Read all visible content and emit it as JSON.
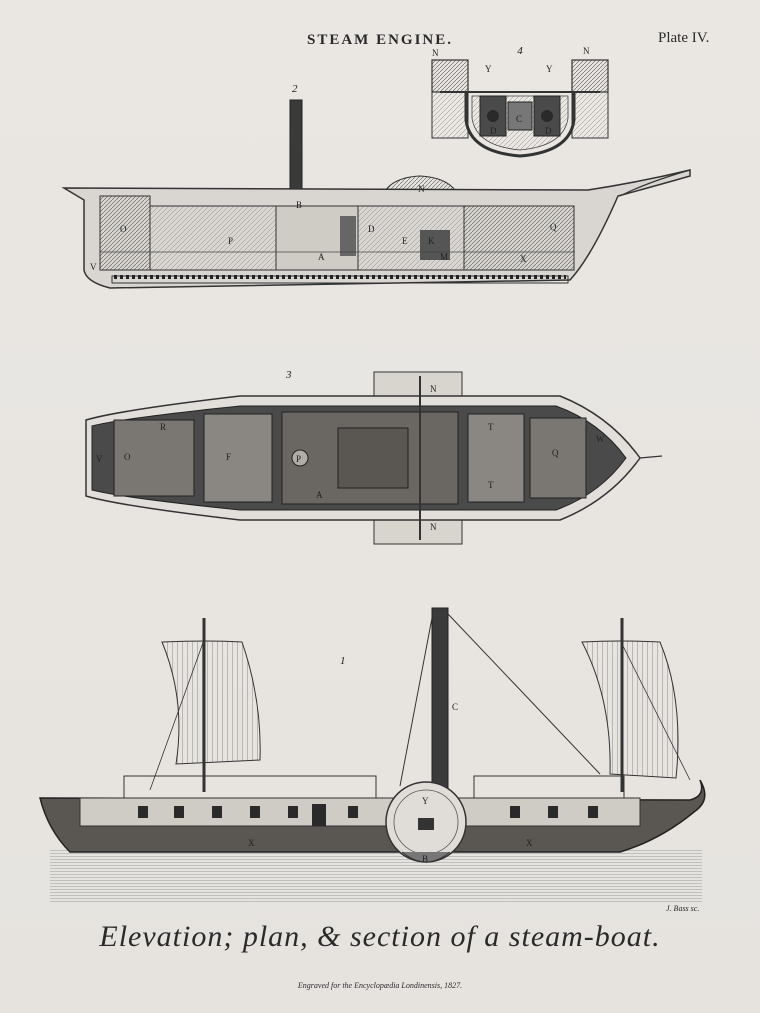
{
  "header": {
    "title": "STEAM ENGINE.",
    "plate": "Plate IV."
  },
  "figures": {
    "fig1": "1",
    "fig2": "2",
    "fig3": "3",
    "fig4": "4"
  },
  "labels": {
    "section": [
      "V",
      "O",
      "P",
      "A",
      "B",
      "D",
      "E",
      "K",
      "M",
      "N",
      "Q",
      "X"
    ],
    "plan": [
      "V",
      "O",
      "R",
      "F",
      "P",
      "A",
      "N",
      "T",
      "Q",
      "W"
    ],
    "elevation": [
      "C",
      "Y",
      "B",
      "X"
    ],
    "paddle": [
      "N",
      "Y",
      "C",
      "D"
    ]
  },
  "caption": "Elevation; plan, & section of a steam-boat.",
  "engraver": "J. Bass sc.",
  "imprint": "Engraved for the Encyclopædia Londinensis, 1827."
}
